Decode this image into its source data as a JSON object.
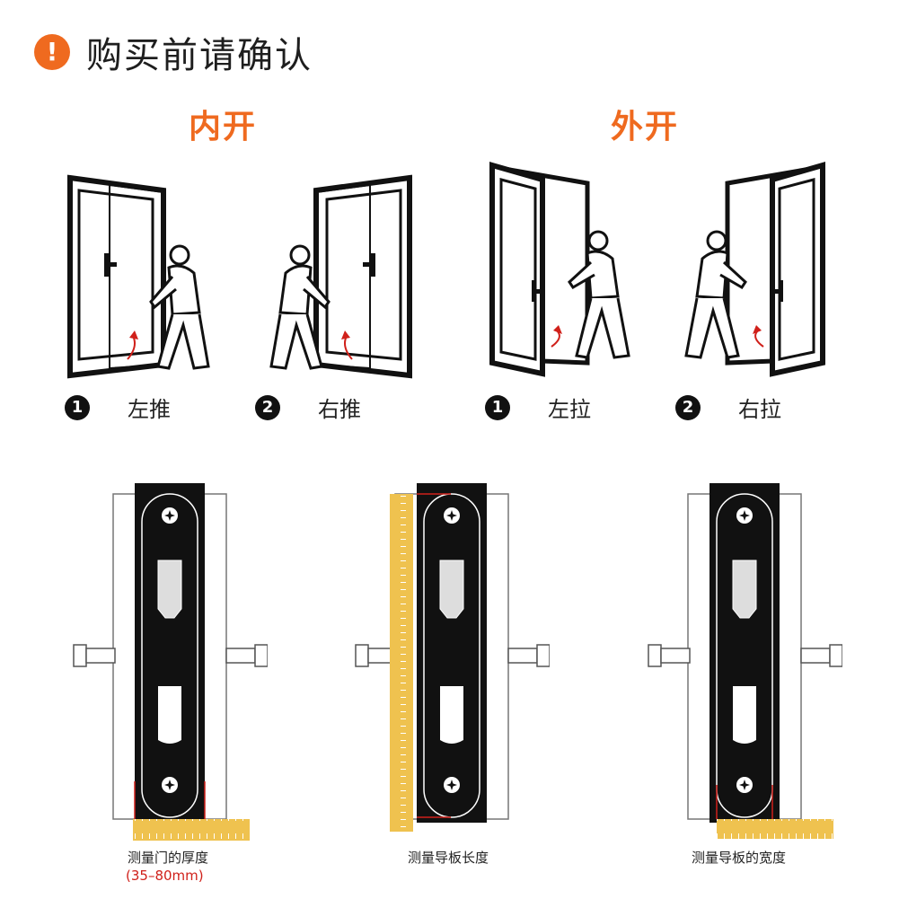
{
  "header": {
    "warning_icon_glyph": "!",
    "title": "购买前请确认"
  },
  "colors": {
    "accent": "#ef6a1f",
    "ruler": "#efc24f",
    "measure_red": "#d0201a"
  },
  "sections": {
    "inward": {
      "title": "内开",
      "options": [
        {
          "number": "1",
          "label": "左推"
        },
        {
          "number": "2",
          "label": "右推"
        }
      ]
    },
    "outward": {
      "title": "外开",
      "options": [
        {
          "number": "1",
          "label": "左拉"
        },
        {
          "number": "2",
          "label": "右拉"
        }
      ]
    }
  },
  "measurements": [
    {
      "caption": "测量门的厚度",
      "range": "(35–80mm)"
    },
    {
      "caption": "测量导板长度"
    },
    {
      "caption": "测量导板的宽度"
    }
  ]
}
